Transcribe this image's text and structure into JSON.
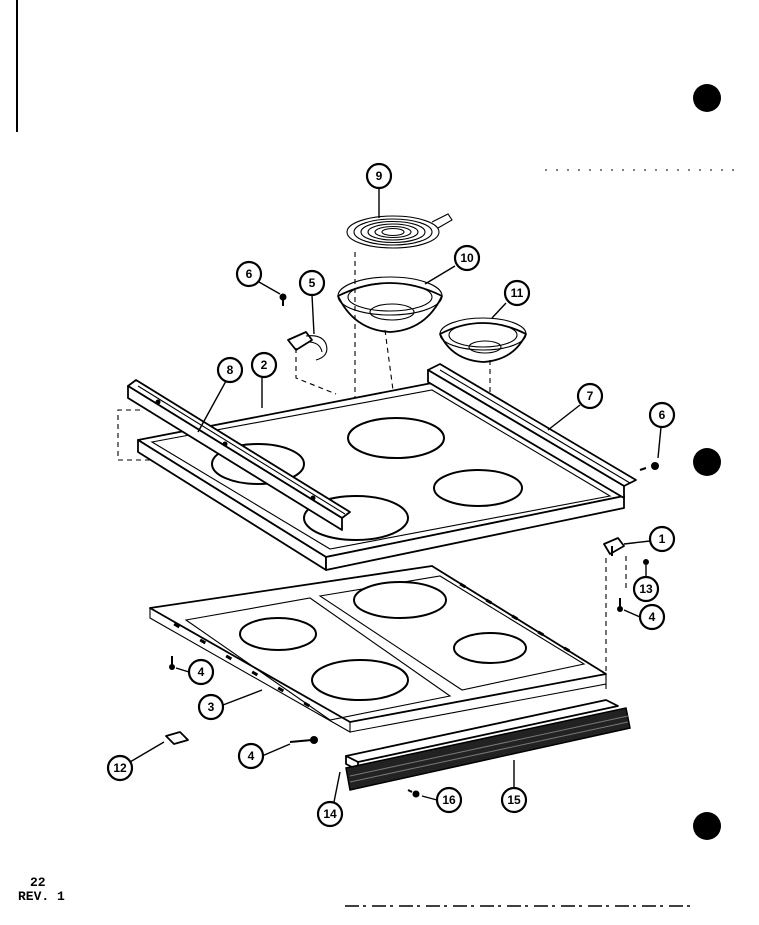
{
  "page": {
    "number": "22",
    "revision": "REV. 1"
  },
  "callouts": [
    {
      "id": "9"
    },
    {
      "id": "10"
    },
    {
      "id": "11"
    },
    {
      "id": "6"
    },
    {
      "id": "5"
    },
    {
      "id": "8"
    },
    {
      "id": "2"
    },
    {
      "id": "7"
    },
    {
      "id": "6"
    },
    {
      "id": "1"
    },
    {
      "id": "13"
    },
    {
      "id": "4"
    },
    {
      "id": "4"
    },
    {
      "id": "3"
    },
    {
      "id": "4"
    },
    {
      "id": "12"
    },
    {
      "id": "14"
    },
    {
      "id": "16"
    },
    {
      "id": "15"
    }
  ]
}
